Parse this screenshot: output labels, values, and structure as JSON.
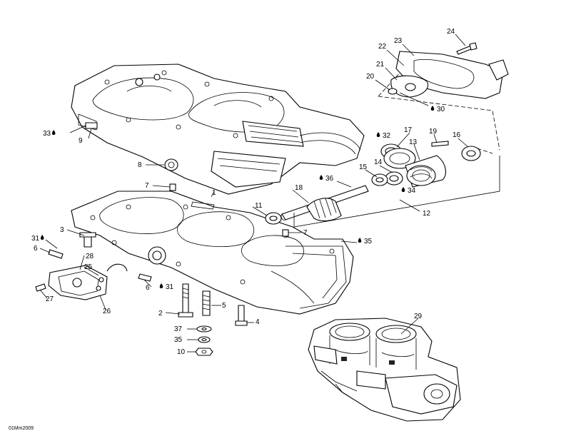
{
  "figure_code": "01Mm2009",
  "callouts": [
    {
      "id": "c24",
      "text": "24",
      "drop": false
    },
    {
      "id": "c22",
      "text": "22",
      "drop": false
    },
    {
      "id": "c23",
      "text": "23",
      "drop": false
    },
    {
      "id": "c21",
      "text": "21",
      "drop": false
    },
    {
      "id": "c20",
      "text": "20",
      "drop": false
    },
    {
      "id": "c30",
      "text": "30",
      "drop": true
    },
    {
      "id": "c32",
      "text": "32",
      "drop": true
    },
    {
      "id": "c17",
      "text": "17",
      "drop": false
    },
    {
      "id": "c19",
      "text": "19",
      "drop": false
    },
    {
      "id": "c16",
      "text": "16",
      "drop": false
    },
    {
      "id": "c13",
      "text": "13",
      "drop": false
    },
    {
      "id": "c14",
      "text": "14",
      "drop": false
    },
    {
      "id": "c15",
      "text": "15",
      "drop": false
    },
    {
      "id": "c36",
      "text": "36",
      "drop": true
    },
    {
      "id": "c34",
      "text": "34",
      "drop": true
    },
    {
      "id": "c18",
      "text": "18",
      "drop": false
    },
    {
      "id": "c11",
      "text": "11",
      "drop": false
    },
    {
      "id": "c12",
      "text": "12",
      "drop": false
    },
    {
      "id": "c33",
      "text": "33",
      "drop": true
    },
    {
      "id": "c9",
      "text": "9",
      "drop": false
    },
    {
      "id": "c8",
      "text": "8",
      "drop": false
    },
    {
      "id": "c7a",
      "text": "7",
      "drop": false
    },
    {
      "id": "c1",
      "text": "1",
      "drop": false
    },
    {
      "id": "c7b",
      "text": "7",
      "drop": false
    },
    {
      "id": "c35",
      "text": "35",
      "drop": true
    },
    {
      "id": "c31a",
      "text": "31",
      "drop": true
    },
    {
      "id": "c3",
      "text": "3",
      "drop": false
    },
    {
      "id": "c6a",
      "text": "6",
      "drop": false
    },
    {
      "id": "c28",
      "text": "28",
      "drop": false
    },
    {
      "id": "c25",
      "text": "25",
      "drop": false
    },
    {
      "id": "c6b",
      "text": "6",
      "drop": false
    },
    {
      "id": "c31b",
      "text": "31",
      "drop": true
    },
    {
      "id": "c27",
      "text": "27",
      "drop": false
    },
    {
      "id": "c26",
      "text": "26",
      "drop": false
    },
    {
      "id": "c2",
      "text": "2",
      "drop": false
    },
    {
      "id": "c5",
      "text": "5",
      "drop": false
    },
    {
      "id": "c4",
      "text": "4",
      "drop": false
    },
    {
      "id": "c37",
      "text": "37",
      "drop": false
    },
    {
      "id": "c35b",
      "text": "35",
      "drop": false
    },
    {
      "id": "c10",
      "text": "10",
      "drop": false
    },
    {
      "id": "c29",
      "text": "29",
      "drop": false
    }
  ]
}
